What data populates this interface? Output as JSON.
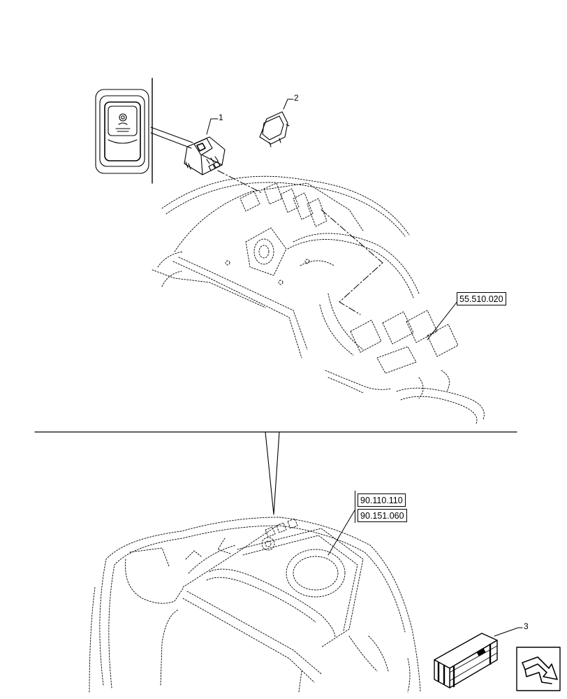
{
  "callouts": {
    "item1": "1",
    "item2": "2",
    "item3": "3"
  },
  "references": {
    "harness": "55.510.020",
    "cab_a": "90.110.110",
    "cab_b": "90.151.060"
  },
  "icons": {
    "nav": "next-page-arrow-icon",
    "kit": "crate-kit-icon"
  }
}
